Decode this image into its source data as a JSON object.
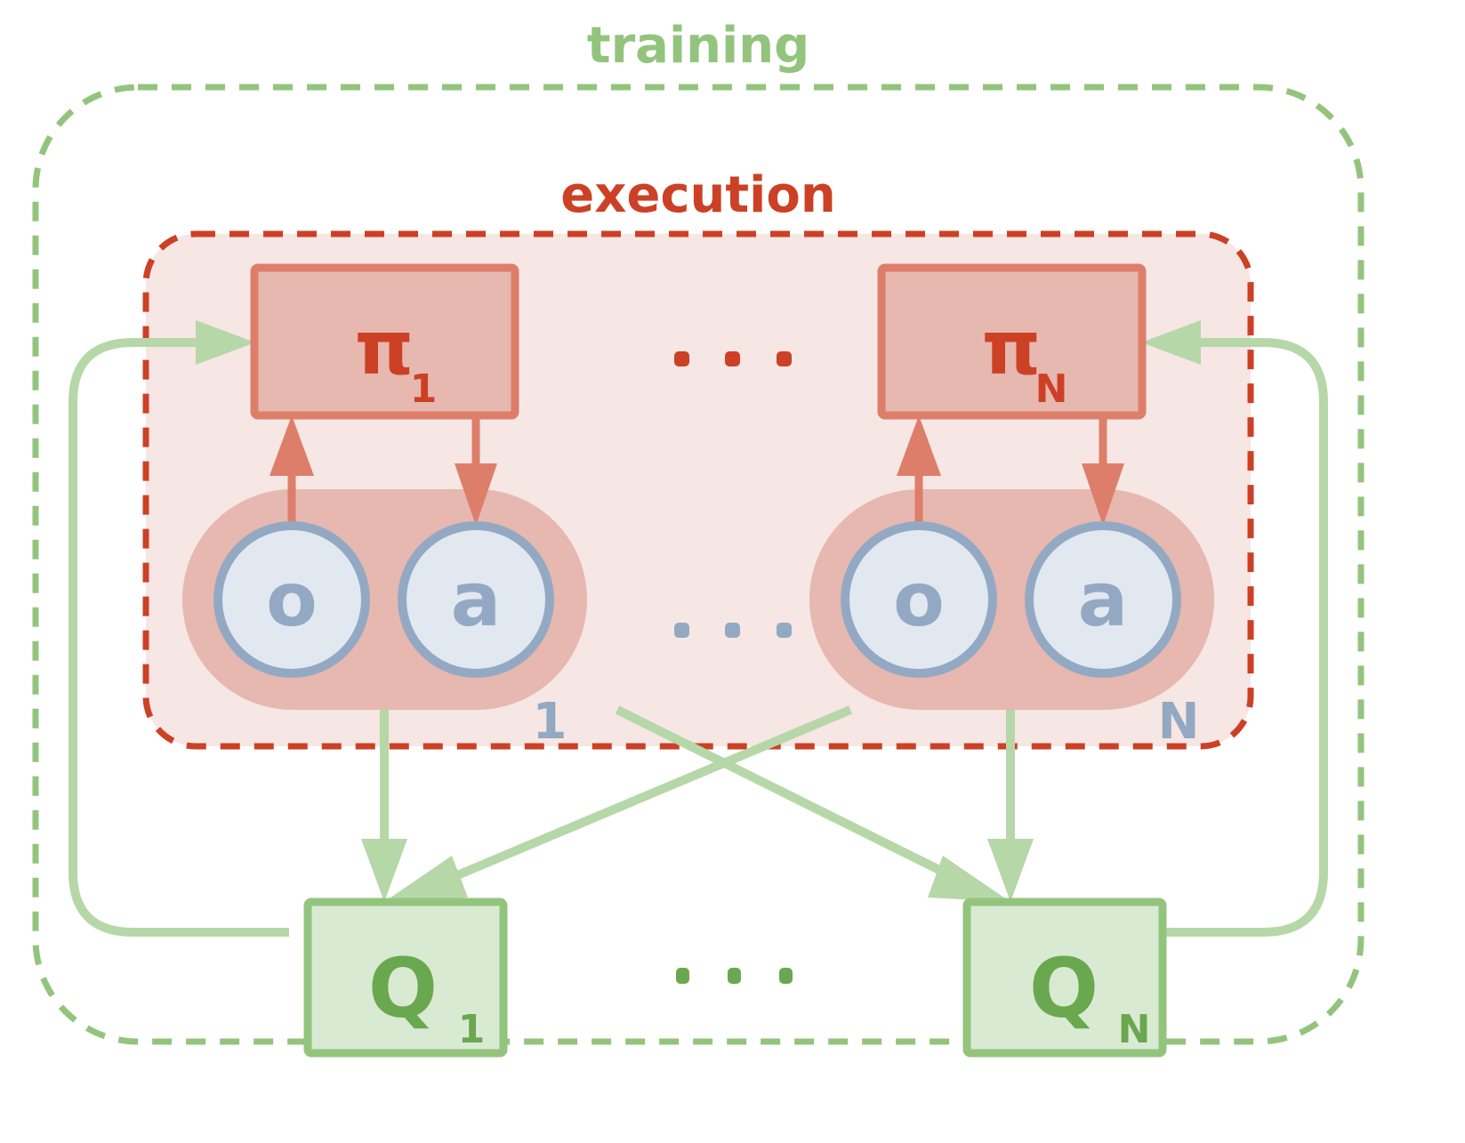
{
  "labels": {
    "training": "training",
    "execution": "execution",
    "ellipsis": "• • •"
  },
  "agents": [
    {
      "policy": {
        "symbol": "π",
        "subscript": "1"
      },
      "observation": "o",
      "action": "a",
      "index": "1",
      "critic": {
        "symbol": "Q",
        "subscript": "1"
      }
    },
    {
      "policy": {
        "symbol": "π",
        "subscript": "N"
      },
      "observation": "o",
      "action": "a",
      "index": "N",
      "critic": {
        "symbol": "Q",
        "subscript": "N"
      }
    }
  ],
  "colors": {
    "training": "#93c47d",
    "training_text": "#93c47d",
    "critic_fill": "#d9ead3",
    "critic_text": "#6aa84f",
    "critic_arrow": "#b6d7a8",
    "execution": "#cc4125",
    "execution_fill": "#f6e6e4",
    "policy_border": "#dd7e6b",
    "policy_fill": "#e6b8af",
    "node_border": "#93a9c3",
    "node_fill": "#e1e8ef",
    "node_text": "#93a9c3"
  }
}
